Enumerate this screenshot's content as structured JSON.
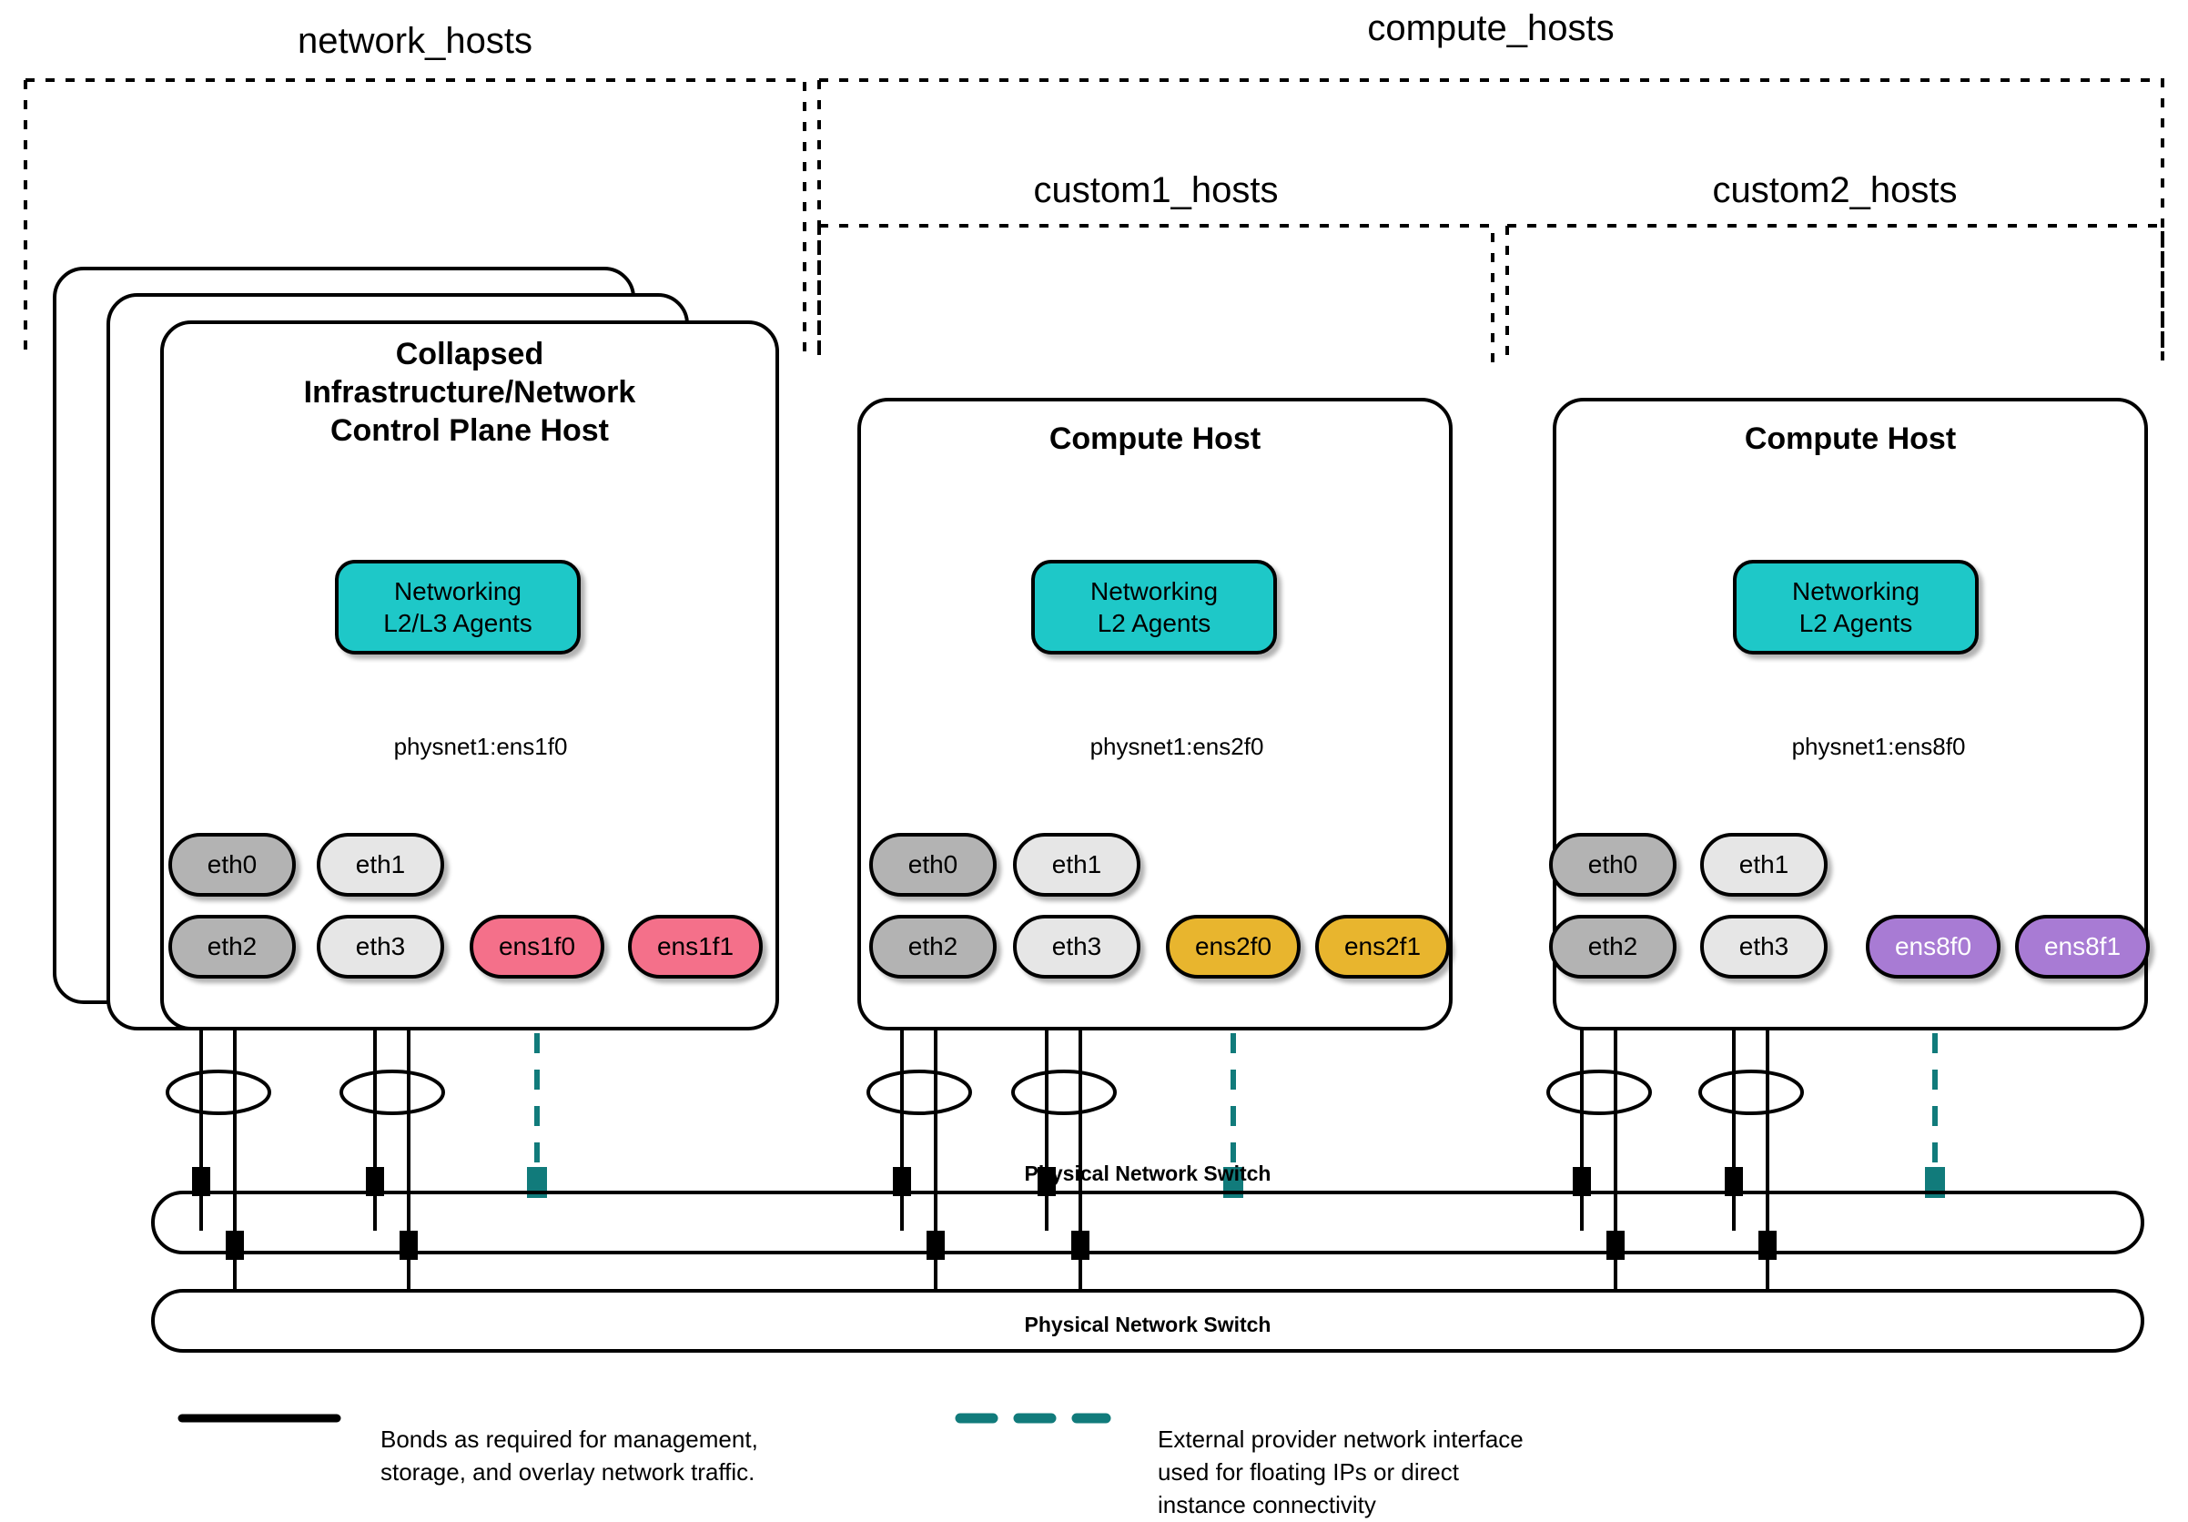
{
  "diagram": {
    "title_groups": [
      {
        "id": "network_hosts",
        "label": "network_hosts"
      },
      {
        "id": "compute_hosts",
        "label": "compute_hosts"
      },
      {
        "id": "custom1_hosts",
        "label": "custom1_hosts"
      },
      {
        "id": "custom2_hosts",
        "label": "custom2_hosts"
      }
    ],
    "hosts": [
      {
        "id": "network-host",
        "title": "Collapsed\nInfrastructure/Network\nControl Plane Host",
        "title_line1": "Collapsed",
        "title_line2": "Infrastructure/Network",
        "title_line3": "Control Plane Host",
        "stacked": true,
        "agent": {
          "label_line1": "Networking",
          "label_line2": "L2/L3 Agents",
          "color": "#1EC8C8"
        },
        "physnet_label": "physnet1:ens1f0",
        "nics": [
          {
            "name": "eth0",
            "color": "#B3B3B3",
            "text": "dark"
          },
          {
            "name": "eth1",
            "color": "#E6E6E6",
            "text": "dark"
          },
          {
            "name": "eth2",
            "color": "#B3B3B3",
            "text": "dark"
          },
          {
            "name": "eth3",
            "color": "#E6E6E6",
            "text": "dark"
          },
          {
            "name": "ens1f0",
            "color": "#F4708A",
            "text": "dark"
          },
          {
            "name": "ens1f1",
            "color": "#F4708A",
            "text": "dark"
          }
        ]
      },
      {
        "id": "compute-host-1",
        "title": "Compute Host",
        "title_line1": "Compute Host",
        "stacked": false,
        "agent": {
          "label_line1": "Networking",
          "label_line2": "L2 Agents",
          "color": "#1EC8C8"
        },
        "physnet_label": "physnet1:ens2f0",
        "nics": [
          {
            "name": "eth0",
            "color": "#B3B3B3",
            "text": "dark"
          },
          {
            "name": "eth1",
            "color": "#E6E6E6",
            "text": "dark"
          },
          {
            "name": "eth2",
            "color": "#B3B3B3",
            "text": "dark"
          },
          {
            "name": "eth3",
            "color": "#E6E6E6",
            "text": "dark"
          },
          {
            "name": "ens2f0",
            "color": "#E8B52E",
            "text": "dark"
          },
          {
            "name": "ens2f1",
            "color": "#E8B52E",
            "text": "dark"
          }
        ]
      },
      {
        "id": "compute-host-2",
        "title": "Compute Host",
        "title_line1": "Compute Host",
        "stacked": false,
        "agent": {
          "label_line1": "Networking",
          "label_line2": "L2 Agents",
          "color": "#1EC8C8"
        },
        "physnet_label": "physnet1:ens8f0",
        "nics": [
          {
            "name": "eth0",
            "color": "#B3B3B3",
            "text": "dark"
          },
          {
            "name": "eth1",
            "color": "#E6E6E6",
            "text": "dark"
          },
          {
            "name": "eth2",
            "color": "#B3B3B3",
            "text": "dark"
          },
          {
            "name": "eth3",
            "color": "#E6E6E6",
            "text": "dark"
          },
          {
            "name": "ens8f0",
            "color": "#A87BD4",
            "text": "light"
          },
          {
            "name": "ens8f1",
            "color": "#A87BD4",
            "text": "light"
          }
        ]
      }
    ],
    "switches": [
      {
        "id": "switch-top",
        "label": "Physical Network Switch"
      },
      {
        "id": "switch-bottom",
        "label": "Physical Network Switch"
      }
    ],
    "legend": [
      {
        "id": "legend-bond",
        "style": "solid",
        "color": "#000000",
        "text": "Bonds as required for management,\nstorage, and overlay network traffic."
      },
      {
        "id": "legend-provider",
        "style": "dashed",
        "color": "#117B7B",
        "text": "External provider network interface\nused for floating IPs or direct\ninstance connectivity"
      }
    ],
    "colors": {
      "accent_teal": "#1EC8C8",
      "line_teal": "#117B7B",
      "nic_pink": "#F4708A",
      "nic_gold": "#E8B52E",
      "nic_purple": "#A87BD4",
      "nic_gray_dark": "#B3B3B3",
      "nic_gray_light": "#E6E6E6",
      "outline": "#000000"
    }
  }
}
